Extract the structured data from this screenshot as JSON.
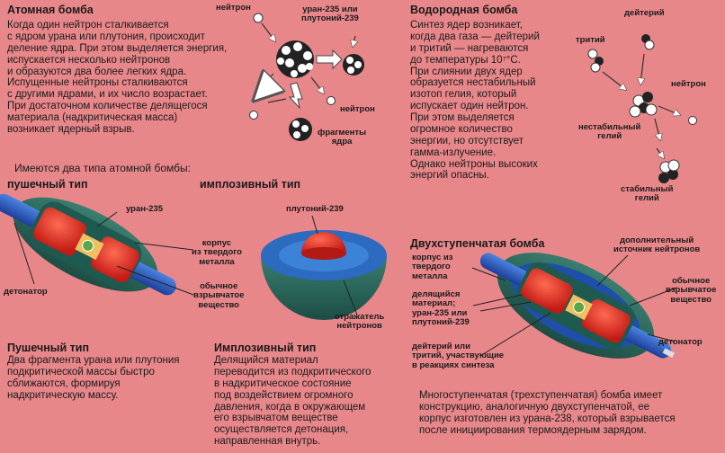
{
  "atomic": {
    "title": "Атомная бомба",
    "text": "Когда один нейтрон сталкивается\nс ядром урана или плутония, происходит\nделение ядра. При этом выделяется энергия,\nиспускается несколько нейтронов\nи образуются два более легких ядра.\nИспущенные нейтроны сталкиваются\nс другими ядрами, и их число возрастает.\nПри достаточном количестве делящегося\nматериала (надкритическая масса)\nвозникает ядерный взрыв.",
    "labels": {
      "neutron_top": "нейтрон",
      "uranium": "уран-235 или\nплутоний-239",
      "neutron_right": "нейтрон",
      "fragments": "фрагменты\nядра"
    }
  },
  "types_intro": "Имеются два типа атомной бомбы:",
  "gun": {
    "title": "пушечный тип",
    "labels": {
      "uranium": "уран-235",
      "casing": "корпус\nиз твердого\nметалла",
      "detonator": "детонатор",
      "explosive": "обычное\nвзрывчатое\nвещество"
    },
    "desc_title": "Пушечный тип",
    "desc": "Два фрагмента урана или плутония\nподкритической массы быстро\nсближаются, формируя\nнадкритическую массу."
  },
  "implosion": {
    "title": "имплозивный тип",
    "labels": {
      "plutonium": "плутоний-239",
      "reflector": "отражатель\nнейтронов"
    },
    "desc_title": "Имплозивный тип",
    "desc": "Делящийся материал\nпереводится из подкритического\nв надкритическое состояние\nпод воздействием огромного\nдавления, когда в окружающем\nего взрывчатом веществе\nосуществляется детонация,\nнаправленная внутрь."
  },
  "hydrogen": {
    "title": "Водородная бомба",
    "text": "Синтез ядер возникает,\nкогда два газа — дейтерий\nи тритий — нагреваются\nдо температуры 10⁷°С.\nПри слиянии двух ядер\nобразуется нестабильный\nизотоп гелия, который\nиспускает один нейтрон.\nПри этом выделяется\nогромное количество\nэнергии, но отсутствует\nгамма-излучение.\nОднако нейтроны высоких\nэнергий опасны.",
    "labels": {
      "tritium": "тритий",
      "deuterium": "дейтерий",
      "neutron": "нейтрон",
      "unstable": "нестабильный\nгелий",
      "stable": "стабильный\nгелий"
    }
  },
  "two_stage": {
    "title": "Двухступенчатая бомба",
    "labels": {
      "casing": "корпус из\nтвердого\nметалла",
      "fissile": "делящийся\nматериал;\nуран-235 или\nплутоний-239",
      "fusion": "дейтерий или\nтритий, участвующие\nв реакциях синтеза",
      "neutron_source": "дополнительный\nисточник нейтронов",
      "explosive": "обычное\nвзрывчатое\nвещество",
      "detonator": "детонатор"
    },
    "footer": "Многоступенчатая (трехступенчатая) бомба имеет\nконструкцию, аналогичную двухступенчатой, ее\nкорпус изготовлен из урана-238, который взрывается\nпосле инициирования термоядерным зарядом."
  }
}
